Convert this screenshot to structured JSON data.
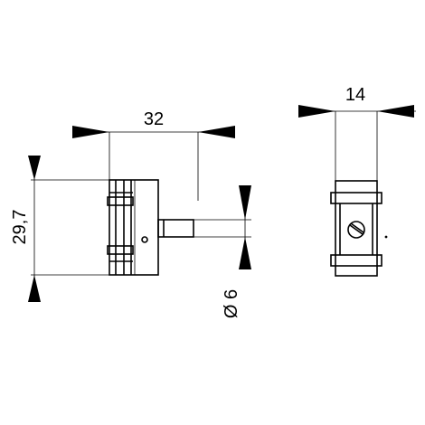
{
  "drawing": {
    "dimensions": {
      "width_side": "32",
      "height_side": "29,7",
      "shaft_diameter": "Ø 6",
      "width_front": "14"
    },
    "colors": {
      "line": "#000000",
      "background": "#ffffff"
    }
  }
}
